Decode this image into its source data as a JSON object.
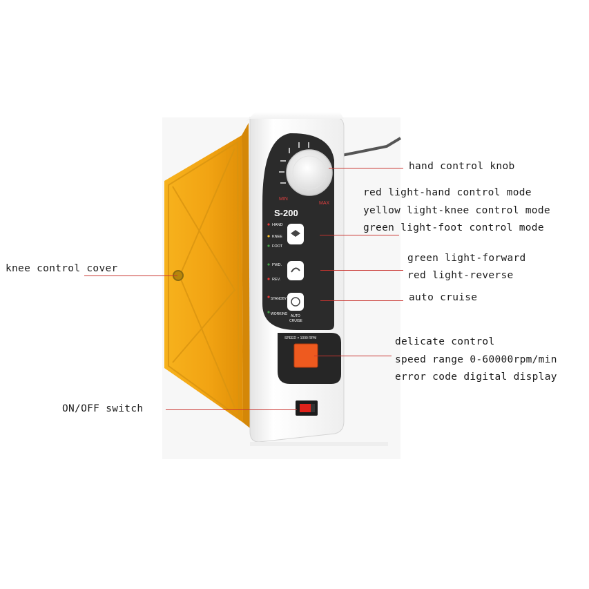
{
  "device": {
    "model": "S-200",
    "knob_min": "MIN",
    "knob_max": "MAX",
    "mode_labels": [
      "HAND",
      "KNEE",
      "FOOT"
    ],
    "direction_labels": [
      "FWD.",
      "REV."
    ],
    "cruise_labels": [
      "STANDBY",
      "WORKING"
    ],
    "auto_cruise_label": [
      "AUTO",
      "CRUISE"
    ],
    "display_label": "SPEED × 1000 RPM"
  },
  "callouts": {
    "hand_knob": "hand control knob",
    "mode_lights": [
      "red light-hand control mode",
      "yellow light-knee control mode",
      "green light-foot control mode"
    ],
    "direction_lights": [
      "green light-forward",
      "red light-reverse"
    ],
    "auto_cruise": "auto cruise",
    "display": [
      "delicate control",
      "speed range 0-60000rpm/min",
      "error code digital display"
    ],
    "knee_cover": "knee control cover",
    "power_switch": "ON/OFF switch"
  },
  "colors": {
    "housing_orange": "#f2a413",
    "panel_dark": "#2b2b2b",
    "leader_red": "#c9342f",
    "display_orange": "#ee5a1f",
    "switch_red": "#e0221a"
  }
}
